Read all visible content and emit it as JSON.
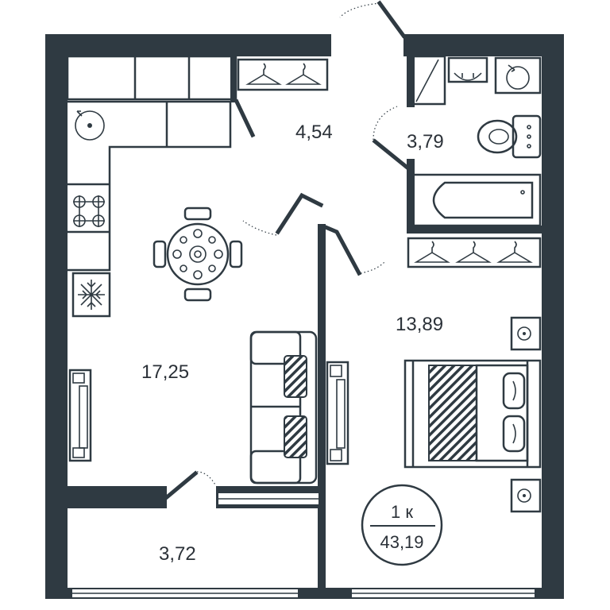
{
  "rooms": {
    "hallway": {
      "area": "4,54"
    },
    "bathroom": {
      "area": "3,79"
    },
    "kitchen_living": {
      "area": "17,25"
    },
    "bedroom": {
      "area": "13,89"
    },
    "balcony": {
      "area": "3,72"
    }
  },
  "summary": {
    "rooms_label": "1 к",
    "total_area": "43,19"
  },
  "colors": {
    "wall": "#2f3a42",
    "text": "#2b3138",
    "background": "#ffffff"
  }
}
